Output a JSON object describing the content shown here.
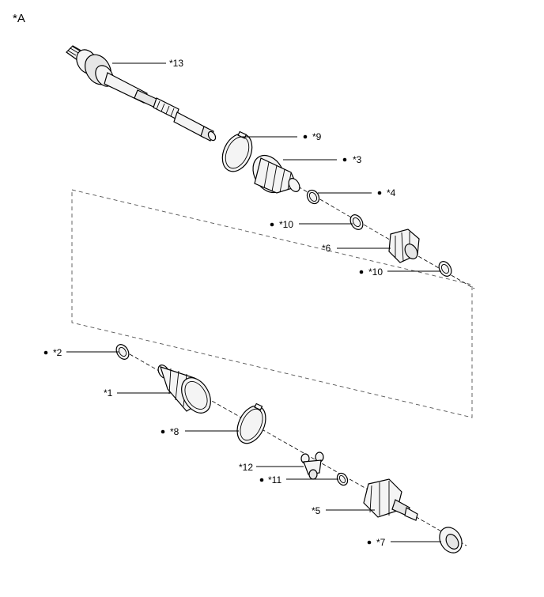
{
  "view_label": "*A",
  "callouts": [
    {
      "id": "13",
      "text": "*13",
      "bullet": false
    },
    {
      "id": "9",
      "text": "*9",
      "bullet": true
    },
    {
      "id": "3",
      "text": "*3",
      "bullet": true
    },
    {
      "id": "4",
      "text": "*4",
      "bullet": true
    },
    {
      "id": "10a",
      "text": "*10",
      "bullet": true
    },
    {
      "id": "6",
      "text": "*6",
      "bullet": false
    },
    {
      "id": "10b",
      "text": "*10",
      "bullet": true
    },
    {
      "id": "2",
      "text": "*2",
      "bullet": true
    },
    {
      "id": "1",
      "text": "*1",
      "bullet": false
    },
    {
      "id": "8",
      "text": "*8",
      "bullet": true
    },
    {
      "id": "12",
      "text": "*12",
      "bullet": false
    },
    {
      "id": "11",
      "text": "*11",
      "bullet": true
    },
    {
      "id": "5",
      "text": "*5",
      "bullet": false
    },
    {
      "id": "7",
      "text": "*7",
      "bullet": true
    }
  ],
  "colors": {
    "line": "#000000",
    "part_fill": "#f4f4f4",
    "background": "#ffffff"
  }
}
